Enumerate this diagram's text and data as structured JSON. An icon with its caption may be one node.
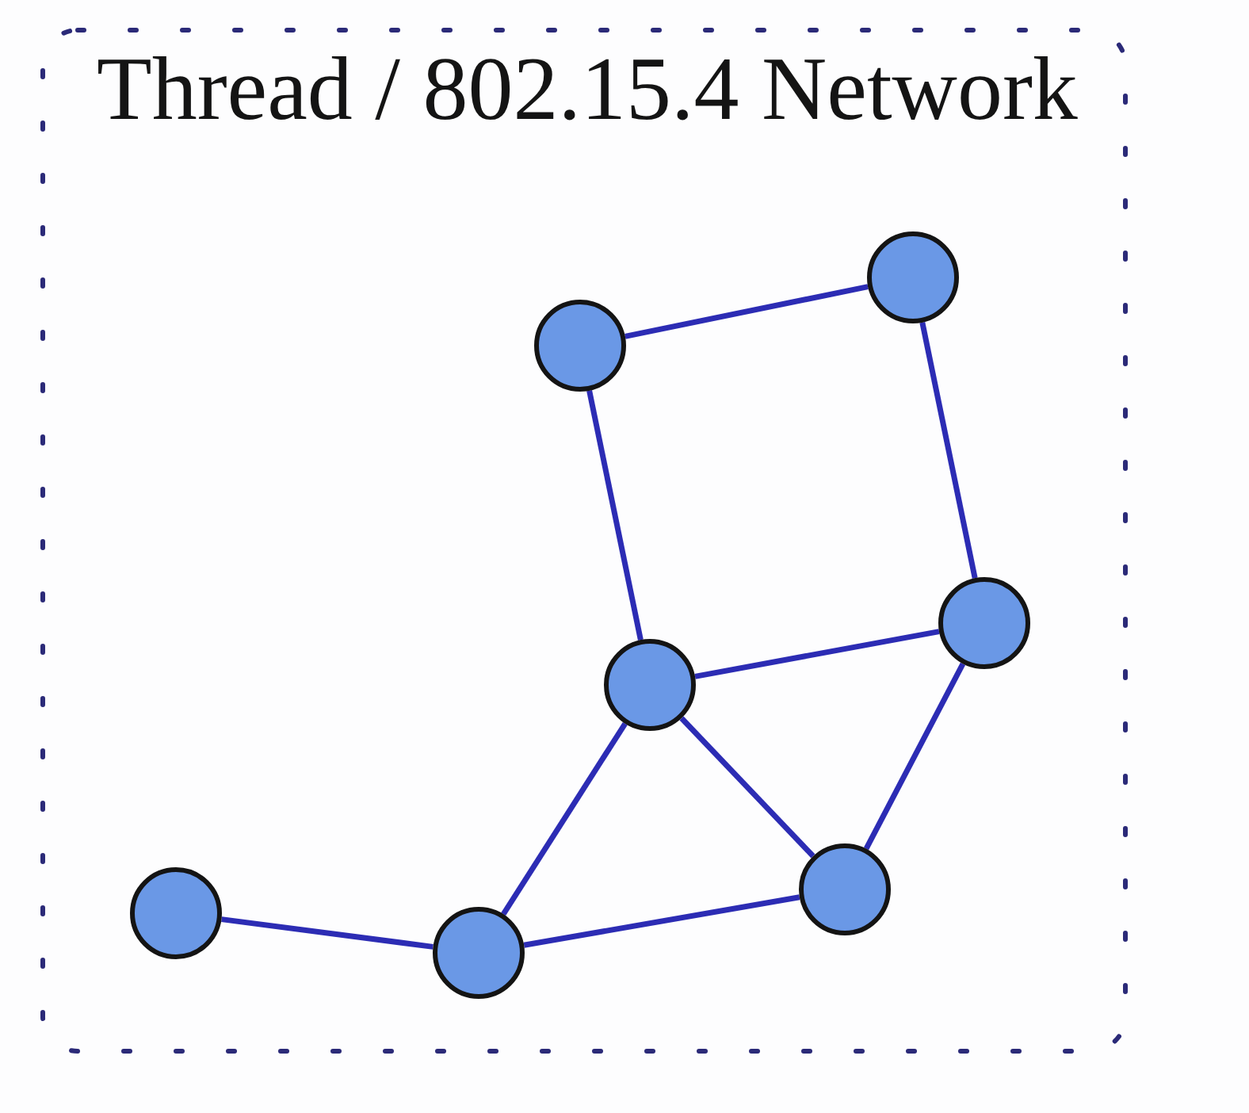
{
  "diagram": {
    "nodes": [
      {
        "text": [
          "Thread / 802.15.4 Network"
        ]
      },
      {
        "text": [],
        "shape": "circle",
        "in": 0
      },
      {
        "text": [],
        "shape": "circle",
        "in": 0
      },
      {
        "text": [],
        "shape": "circle",
        "in": 0
      },
      {
        "text": [],
        "shape": "circle",
        "in": 0
      },
      {
        "text": [],
        "shape": "circle",
        "in": 0
      },
      {
        "text": [],
        "shape": "circle",
        "in": 0
      },
      {
        "text": [],
        "shape": "circle",
        "in": 0
      }
    ],
    "edges": [
      {
        "from": 2,
        "to": 1,
        "arrow": "none"
      },
      {
        "from": 2,
        "to": 4,
        "arrow": "none"
      },
      {
        "from": 1,
        "to": 3,
        "arrow": "none"
      },
      {
        "from": 4,
        "to": 3,
        "arrow": "none"
      },
      {
        "from": 3,
        "to": 5,
        "arrow": "none"
      },
      {
        "from": 4,
        "to": 5,
        "arrow": "none"
      },
      {
        "from": 4,
        "to": 7,
        "arrow": "none"
      },
      {
        "from": 6,
        "to": 7,
        "arrow": "none"
      },
      {
        "from": 7,
        "to": 5,
        "arrow": "none"
      }
    ]
  }
}
